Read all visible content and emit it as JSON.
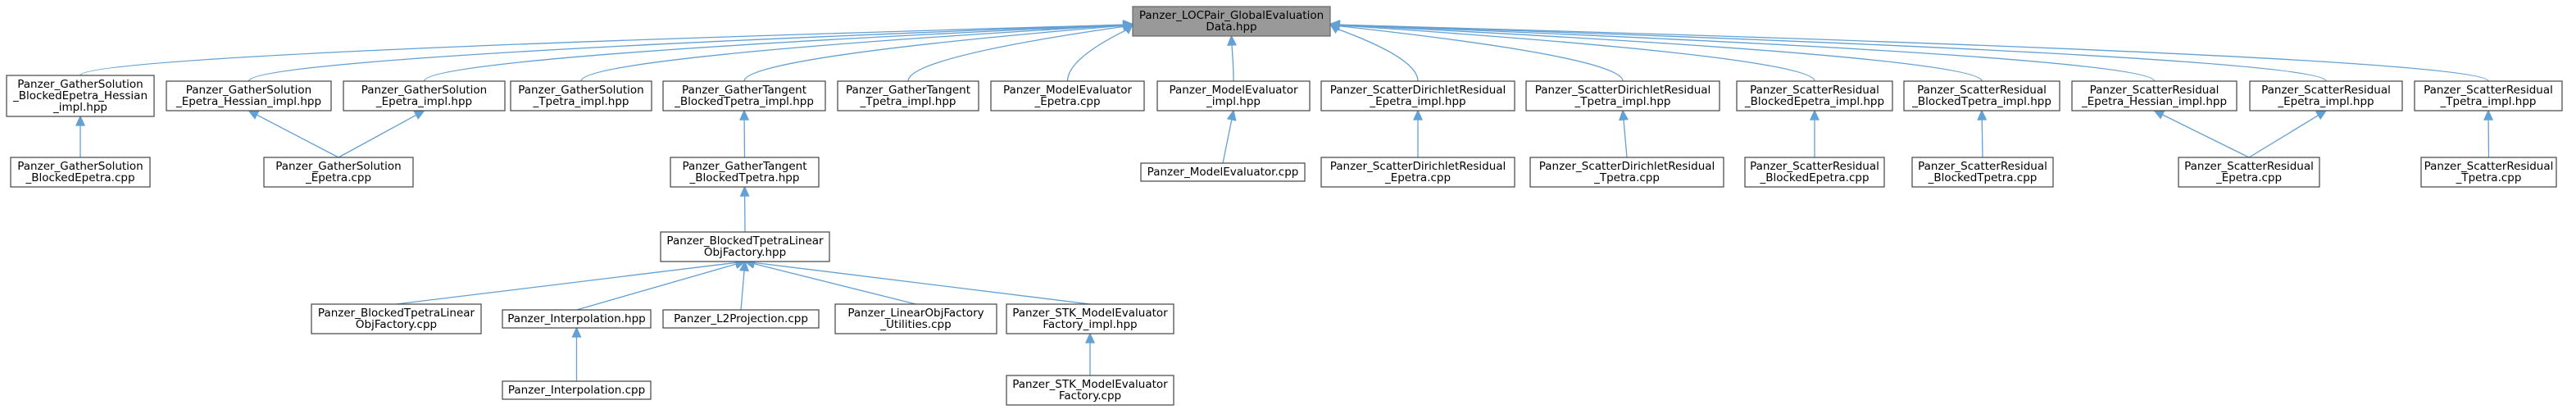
{
  "graph": {
    "colors": {
      "edge": "#63a0d4",
      "node_border": "#444444",
      "root_fill": "#999999",
      "node_fill": "#ffffff"
    },
    "nodes": [
      {
        "id": "root",
        "lines": [
          "Panzer_LOCPair_GlobalEvaluation",
          "Data.hpp"
        ],
        "root": true
      },
      {
        "id": "gs_beh_impl",
        "lines": [
          "Panzer_GatherSolution",
          "_BlockedEpetra_Hessian",
          "_impl.hpp"
        ]
      },
      {
        "id": "gs_eh_impl",
        "lines": [
          "Panzer_GatherSolution",
          "_Epetra_Hessian_impl.hpp"
        ]
      },
      {
        "id": "gs_e_impl",
        "lines": [
          "Panzer_GatherSolution",
          "_Epetra_impl.hpp"
        ]
      },
      {
        "id": "gs_t_impl",
        "lines": [
          "Panzer_GatherSolution",
          "_Tpetra_impl.hpp"
        ]
      },
      {
        "id": "gt_bt_impl",
        "lines": [
          "Panzer_GatherTangent",
          "_BlockedTpetra_impl.hpp"
        ]
      },
      {
        "id": "gt_t_impl",
        "lines": [
          "Panzer_GatherTangent",
          "_Tpetra_impl.hpp"
        ]
      },
      {
        "id": "me_epetra",
        "lines": [
          "Panzer_ModelEvaluator",
          "_Epetra.cpp"
        ]
      },
      {
        "id": "me_impl",
        "lines": [
          "Panzer_ModelEvaluator",
          "_impl.hpp"
        ]
      },
      {
        "id": "sdr_e_impl",
        "lines": [
          "Panzer_ScatterDirichletResidual",
          "_Epetra_impl.hpp"
        ]
      },
      {
        "id": "sdr_t_impl",
        "lines": [
          "Panzer_ScatterDirichletResidual",
          "_Tpetra_impl.hpp"
        ]
      },
      {
        "id": "sr_be_impl",
        "lines": [
          "Panzer_ScatterResidual",
          "_BlockedEpetra_impl.hpp"
        ]
      },
      {
        "id": "sr_bt_impl",
        "lines": [
          "Panzer_ScatterResidual",
          "_BlockedTpetra_impl.hpp"
        ]
      },
      {
        "id": "sr_eh_impl",
        "lines": [
          "Panzer_ScatterResidual",
          "_Epetra_Hessian_impl.hpp"
        ]
      },
      {
        "id": "sr_e_impl",
        "lines": [
          "Panzer_ScatterResidual",
          "_Epetra_impl.hpp"
        ]
      },
      {
        "id": "sr_t_impl",
        "lines": [
          "Panzer_ScatterResidual",
          "_Tpetra_impl.hpp"
        ]
      },
      {
        "id": "gs_be_cpp",
        "lines": [
          "Panzer_GatherSolution",
          "_BlockedEpetra.cpp"
        ]
      },
      {
        "id": "gs_e_cpp",
        "lines": [
          "Panzer_GatherSolution",
          "_Epetra.cpp"
        ]
      },
      {
        "id": "gt_bt_hpp",
        "lines": [
          "Panzer_GatherTangent",
          "_BlockedTpetra.hpp"
        ]
      },
      {
        "id": "me_cpp",
        "lines": [
          "Panzer_ModelEvaluator.cpp"
        ]
      },
      {
        "id": "sdr_e_cpp",
        "lines": [
          "Panzer_ScatterDirichletResidual",
          "_Epetra.cpp"
        ]
      },
      {
        "id": "sdr_t_cpp",
        "lines": [
          "Panzer_ScatterDirichletResidual",
          "_Tpetra.cpp"
        ]
      },
      {
        "id": "sr_be_cpp",
        "lines": [
          "Panzer_ScatterResidual",
          "_BlockedEpetra.cpp"
        ]
      },
      {
        "id": "sr_bt_cpp",
        "lines": [
          "Panzer_ScatterResidual",
          "_BlockedTpetra.cpp"
        ]
      },
      {
        "id": "sr_e_cpp",
        "lines": [
          "Panzer_ScatterResidual",
          "_Epetra.cpp"
        ]
      },
      {
        "id": "sr_t_cpp",
        "lines": [
          "Panzer_ScatterResidual",
          "_Tpetra.cpp"
        ]
      },
      {
        "id": "btlof_hpp",
        "lines": [
          "Panzer_BlockedTpetraLinear",
          "ObjFactory.hpp"
        ]
      },
      {
        "id": "btlof_cpp",
        "lines": [
          "Panzer_BlockedTpetraLinear",
          "ObjFactory.cpp"
        ]
      },
      {
        "id": "interp_hpp",
        "lines": [
          "Panzer_Interpolation.hpp"
        ]
      },
      {
        "id": "l2proj_cpp",
        "lines": [
          "Panzer_L2Projection.cpp"
        ]
      },
      {
        "id": "lof_util_cpp",
        "lines": [
          "Panzer_LinearObjFactory",
          "_Utilities.cpp"
        ]
      },
      {
        "id": "stk_mef_impl",
        "lines": [
          "Panzer_STK_ModelEvaluator",
          "Factory_impl.hpp"
        ]
      },
      {
        "id": "interp_cpp",
        "lines": [
          "Panzer_Interpolation.cpp"
        ]
      },
      {
        "id": "stk_mef_cpp",
        "lines": [
          "Panzer_STK_ModelEvaluator",
          "Factory.cpp"
        ]
      }
    ],
    "edges": [
      [
        "gs_beh_impl",
        "root"
      ],
      [
        "gs_eh_impl",
        "root"
      ],
      [
        "gs_e_impl",
        "root"
      ],
      [
        "gs_t_impl",
        "root"
      ],
      [
        "gt_bt_impl",
        "root"
      ],
      [
        "gt_t_impl",
        "root"
      ],
      [
        "me_epetra",
        "root"
      ],
      [
        "me_impl",
        "root"
      ],
      [
        "sdr_e_impl",
        "root"
      ],
      [
        "sdr_t_impl",
        "root"
      ],
      [
        "sr_be_impl",
        "root"
      ],
      [
        "sr_bt_impl",
        "root"
      ],
      [
        "sr_eh_impl",
        "root"
      ],
      [
        "sr_e_impl",
        "root"
      ],
      [
        "sr_t_impl",
        "root"
      ],
      [
        "gs_be_cpp",
        "gs_beh_impl"
      ],
      [
        "gs_e_cpp",
        "gs_eh_impl"
      ],
      [
        "gs_e_cpp",
        "gs_e_impl"
      ],
      [
        "gt_bt_hpp",
        "gt_bt_impl"
      ],
      [
        "me_cpp",
        "me_impl"
      ],
      [
        "sdr_e_cpp",
        "sdr_e_impl"
      ],
      [
        "sdr_t_cpp",
        "sdr_t_impl"
      ],
      [
        "sr_be_cpp",
        "sr_be_impl"
      ],
      [
        "sr_bt_cpp",
        "sr_bt_impl"
      ],
      [
        "sr_e_cpp",
        "sr_eh_impl"
      ],
      [
        "sr_e_cpp",
        "sr_e_impl"
      ],
      [
        "sr_t_cpp",
        "sr_t_impl"
      ],
      [
        "btlof_hpp",
        "gt_bt_hpp"
      ],
      [
        "btlof_cpp",
        "btlof_hpp"
      ],
      [
        "interp_hpp",
        "btlof_hpp"
      ],
      [
        "l2proj_cpp",
        "btlof_hpp"
      ],
      [
        "lof_util_cpp",
        "btlof_hpp"
      ],
      [
        "stk_mef_impl",
        "btlof_hpp"
      ],
      [
        "interp_cpp",
        "interp_hpp"
      ],
      [
        "stk_mef_cpp",
        "stk_mef_impl"
      ]
    ]
  }
}
